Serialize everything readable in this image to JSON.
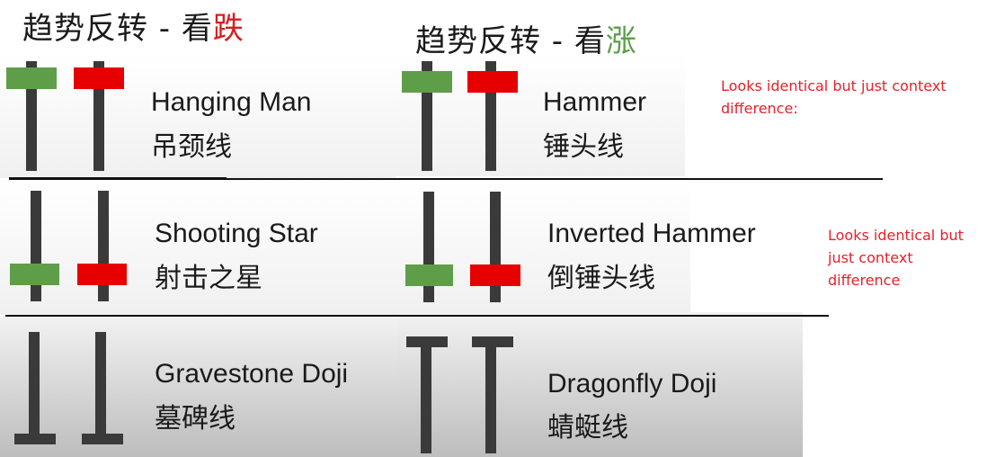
{
  "headings": {
    "bearish": {
      "prefix": "趋势反转 - 看",
      "accent": "跌",
      "accent_color": "#d81e1e"
    },
    "bullish": {
      "prefix": "趋势反转 - 看",
      "accent": "涨",
      "accent_color": "#5a9e4a"
    }
  },
  "colors": {
    "bull_body": "#5f9e48",
    "bear_body": "#e60000",
    "wick": "#3a3a3a",
    "note": "#e8202a"
  },
  "patterns": {
    "hanging_man": {
      "en": "Hanging Man",
      "zh": "吊颈线",
      "side": "bearish",
      "shape": "body-top-long-lower-wick"
    },
    "hammer": {
      "en": "Hammer",
      "zh": "锤头线",
      "side": "bullish",
      "shape": "body-top-long-lower-wick"
    },
    "shooting_star": {
      "en": "Shooting Star",
      "zh": "射击之星",
      "side": "bearish",
      "shape": "body-bottom-long-upper-wick"
    },
    "inverted_hammer": {
      "en": "Inverted Hammer",
      "zh": "倒锤头线",
      "side": "bullish",
      "shape": "body-bottom-long-upper-wick"
    },
    "gravestone_doji": {
      "en": "Gravestone Doji",
      "zh": "墓碑线",
      "side": "bearish",
      "shape": "inverted-T"
    },
    "dragonfly_doji": {
      "en": "Dragonfly Doji",
      "zh": "蜻蜓线",
      "side": "bullish",
      "shape": "T"
    }
  },
  "notes": {
    "row1": "Looks identical but just context difference:",
    "row2": "Looks identical but just context difference"
  }
}
